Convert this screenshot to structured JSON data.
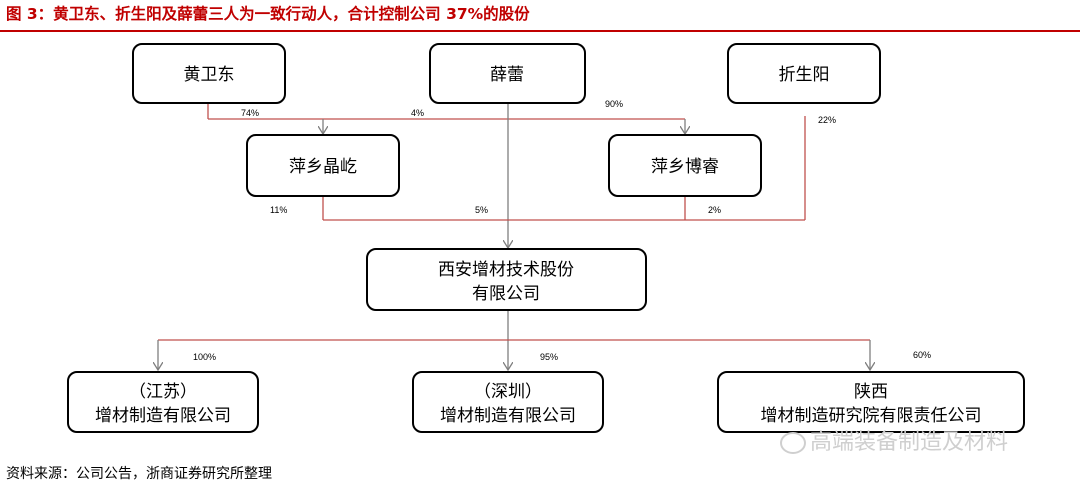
{
  "title": "图 3：黄卫东、折生阳及薛蕾三人为一致行动人，合计控制公司 37%的股份",
  "nodes": {
    "huang": "黄卫东",
    "xue": "薛蕾",
    "zhe": "折生阳",
    "pxjy": "萍乡晶屹",
    "pxbr": "萍乡博睿",
    "xian_line1": "西安增材技术股份",
    "xian_line2": "有限公司",
    "js_line1": "（江苏）",
    "js_line2": "增材制造有限公司",
    "sz_line1": "（深圳）",
    "sz_line2": "增材制造有限公司",
    "sx_line1": "陕西",
    "sx_line2": "增材制造研究院有限责任公司"
  },
  "percentages": {
    "huang_pxjy": "74%",
    "huang_pxbr": "4%",
    "xue_pxbr": "90%",
    "zhe_xian": "22%",
    "pxjy_xian": "11%",
    "xue_xian": "5%",
    "pxbr_xian": "2%",
    "xian_js": "100%",
    "xian_sz": "95%",
    "xian_sx": "60%"
  },
  "source": "资料来源：公司公告，浙商证券研究所整理",
  "watermark": "高端装备制造及材料",
  "colors": {
    "title": "#c00000",
    "connector": "#c0504d",
    "arrow": "#7f7f7f"
  }
}
